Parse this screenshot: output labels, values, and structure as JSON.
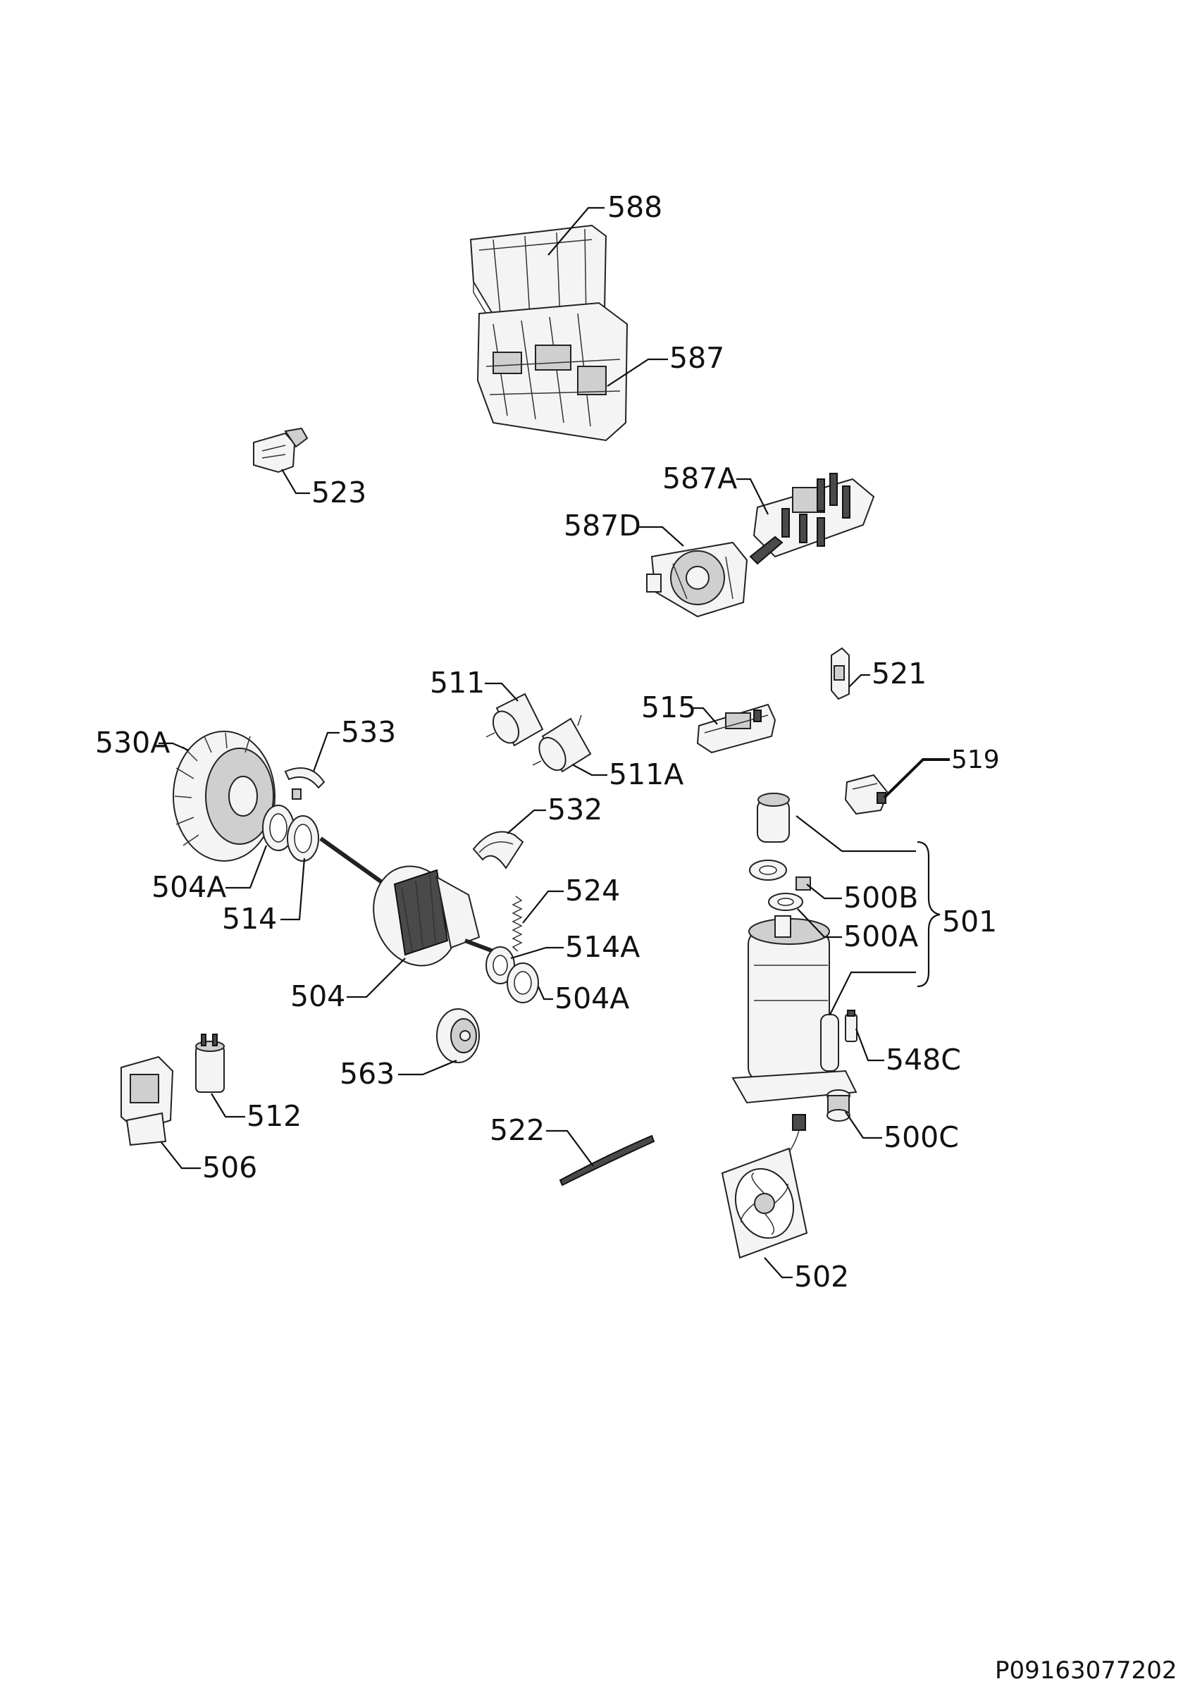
{
  "diagram": {
    "reference_code": "P09163077202",
    "labels": {
      "p588": "588",
      "p587": "587",
      "p523": "523",
      "p587A": "587A",
      "p587D": "587D",
      "p511": "511",
      "p521": "521",
      "p515": "515",
      "p530A": "530A",
      "p533": "533",
      "p511A": "511A",
      "p519": "519",
      "p532": "532",
      "p504A_left": "504A",
      "p514": "514",
      "p524": "524",
      "p500B": "500B",
      "p501": "501",
      "p500A": "500A",
      "p514A": "514A",
      "p504": "504",
      "p504A_right": "504A",
      "p548C": "548C",
      "p563": "563",
      "p512": "512",
      "p500C": "500C",
      "p522": "522",
      "p506": "506",
      "p502": "502"
    }
  }
}
